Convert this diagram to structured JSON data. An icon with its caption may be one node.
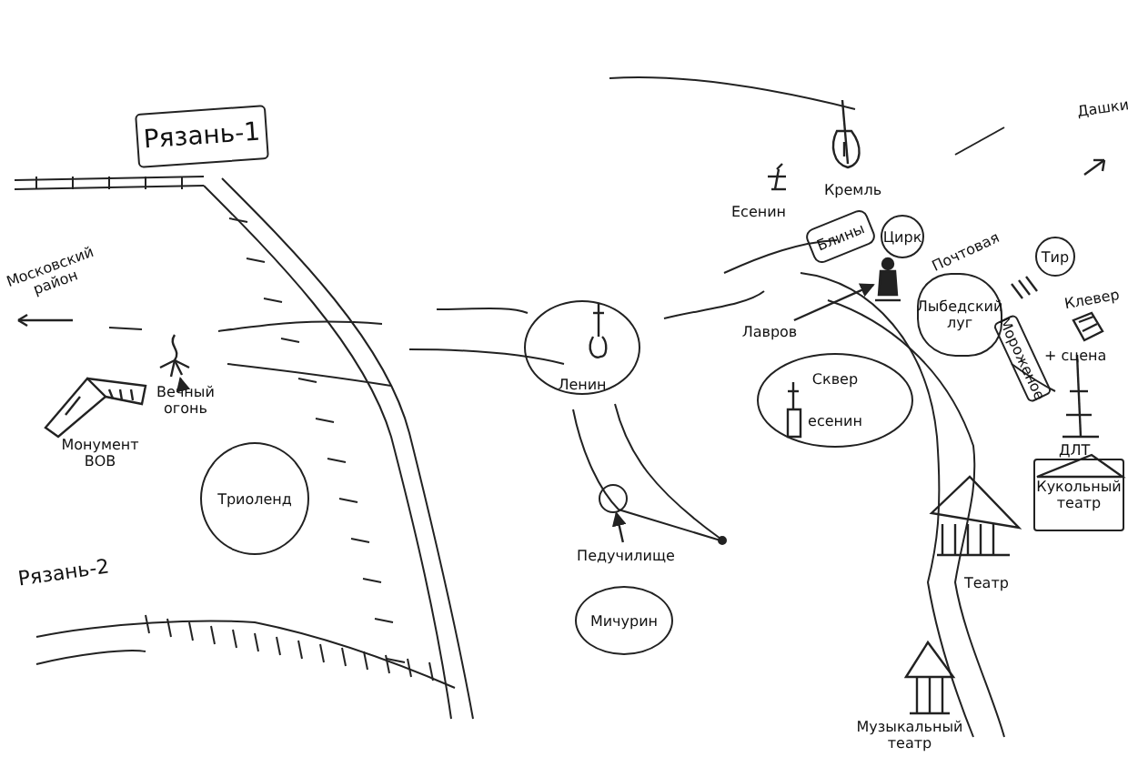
{
  "diagram": {
    "nodes": [
      {
        "text": [
          "Рязань-1"
        ]
      },
      {
        "text": [],
        "shape": "picture"
      },
      {
        "text": [
          "Вечный огонь"
        ]
      },
      {
        "text": [
          "Триоленд"
        ]
      },
      {
        "text": [
          "Ленин"
        ]
      },
      {
        "text": [],
        "shape": "circle"
      },
      {
        "text": [
          "Педучилище"
        ]
      },
      {
        "text": [
          "Мичурин"
        ]
      },
      {
        "text": [
          "Блины"
        ]
      },
      {
        "text": [
          "Цирк"
        ]
      },
      {
        "text": [],
        "shape": "picture"
      },
      {
        "text": [
          "Лавров"
        ]
      },
      {
        "text": [
          "Лыбедский луг"
        ]
      },
      {
        "text": [
          "Тир"
        ]
      },
      {
        "text": [
          "Мороженое"
        ]
      },
      {
        "text": [
          "Сквер",
          "есенин"
        ]
      },
      {
        "text": [
          "Кукольный театр"
        ]
      }
    ],
    "edges": [
      {
        "from": 2,
        "to": 1,
        "arrow": "to"
      },
      {
        "from": 6,
        "to": 5,
        "arrow": "to"
      },
      {
        "from": 11,
        "to": 10,
        "arrow": "to"
      }
    ],
    "labels": [
      "Дашки",
      "Кремль",
      "Есенин",
      "Московский район",
      "Почтовая",
      "Клевер",
      "+ сцена",
      "Монумент ВОВ",
      "Рязань-2",
      "ДЛТ",
      "Театр",
      "Музыкальный театр"
    ]
  }
}
